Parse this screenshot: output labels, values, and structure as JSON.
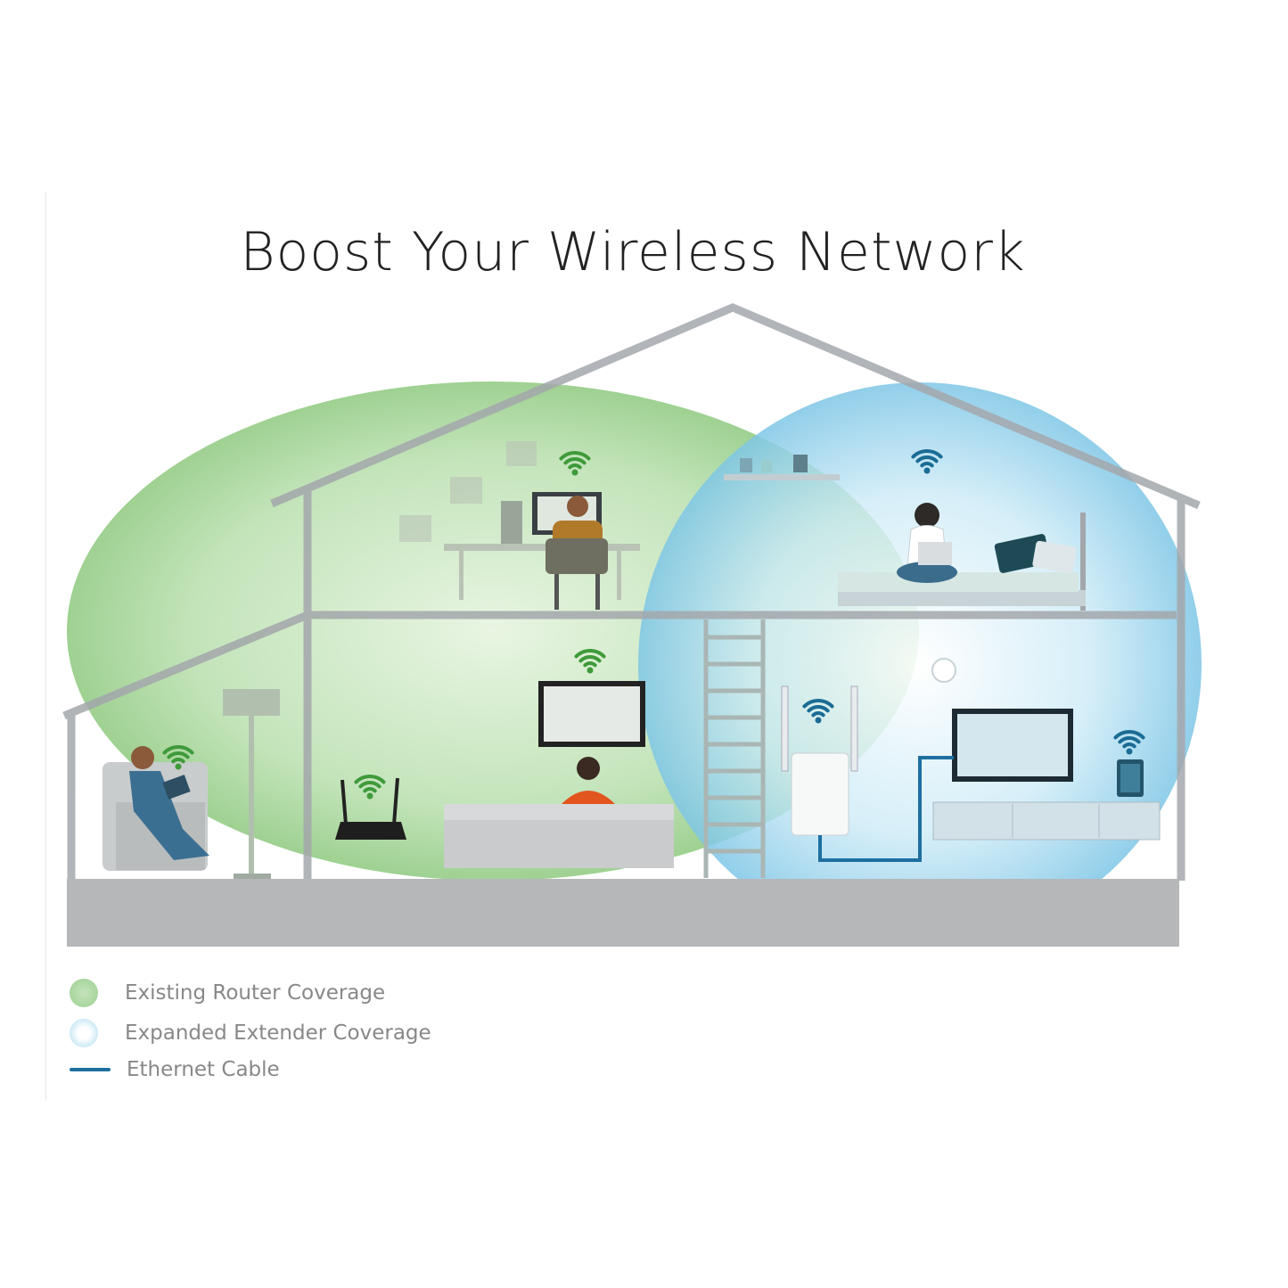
{
  "title": "Boost Your Wireless Network",
  "colors": {
    "router_coverage": "#a8d8a0",
    "extender_coverage": "#a6daf0",
    "ethernet_cable": "#1e6fa0",
    "house_outline": "#a5a8ab",
    "ground": "#b6b8ba"
  },
  "legend": [
    {
      "label": "Existing Router Coverage",
      "swatch": "green-circle"
    },
    {
      "label": "Expanded Extender Coverage",
      "swatch": "blue-circle"
    },
    {
      "label": "Ethernet Cable",
      "swatch": "blue-line"
    }
  ]
}
